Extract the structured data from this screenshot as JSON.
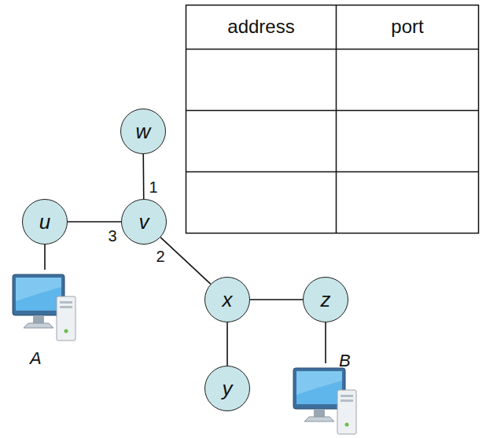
{
  "diagram": {
    "nodes": [
      {
        "text": [
          "w"
        ]
      },
      {
        "text": [
          "u"
        ]
      },
      {
        "text": [
          "v"
        ]
      },
      {
        "text": [
          "A"
        ]
      },
      {
        "text": [
          "x"
        ]
      },
      {
        "text": [
          "z"
        ]
      },
      {
        "text": [
          "y"
        ]
      },
      {
        "text": [
          "B"
        ]
      }
    ],
    "edges": [
      {
        "from": 0,
        "to": 2,
        "arrow": "none"
      },
      {
        "from": 1,
        "to": 2,
        "arrow": "none"
      },
      {
        "from": 2,
        "to": 4,
        "arrow": "none"
      },
      {
        "from": 4,
        "to": 5,
        "arrow": "none"
      },
      {
        "from": 4,
        "to": 6,
        "arrow": "none"
      },
      {
        "from": 1,
        "to": 3,
        "arrow": "none"
      },
      {
        "from": 5,
        "to": 7,
        "arrow": "none"
      }
    ],
    "labels": [
      "address",
      "port",
      "1",
      "2",
      "3"
    ]
  }
}
